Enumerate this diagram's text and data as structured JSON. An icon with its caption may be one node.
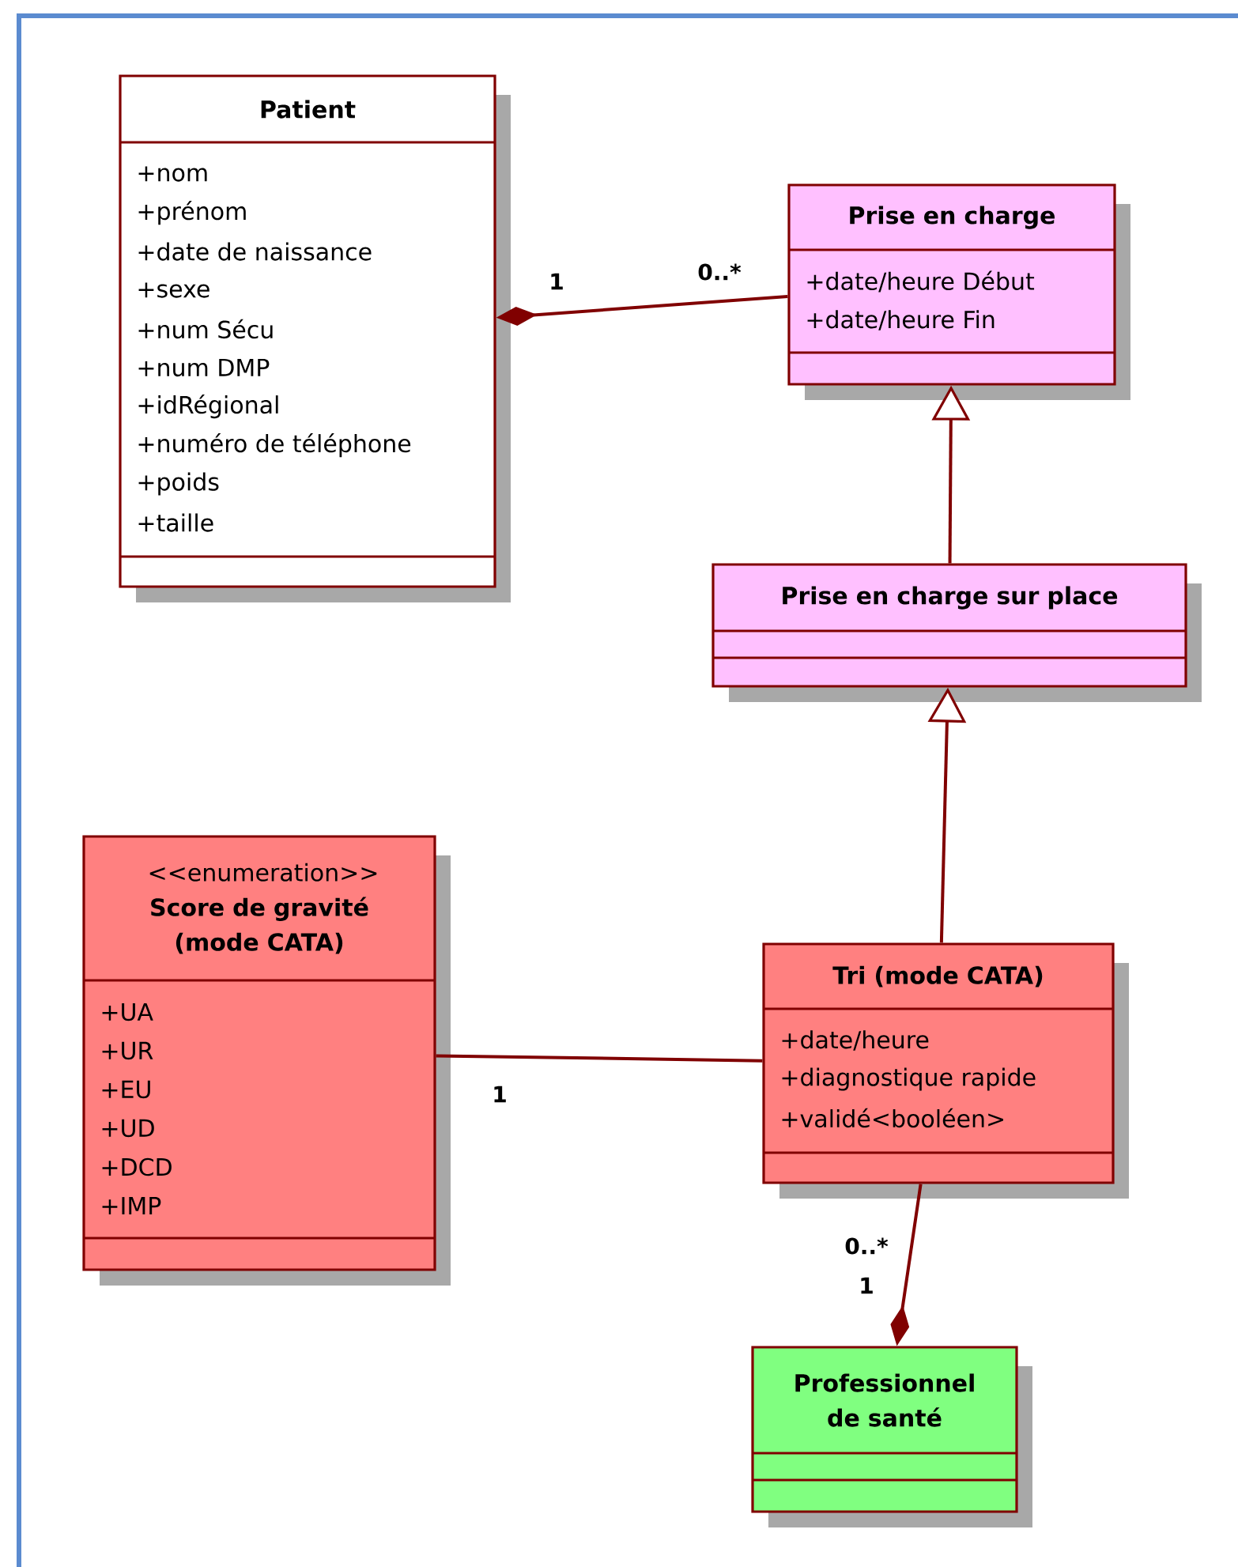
{
  "diagram": {
    "nodes": [
      {
        "text": [
          "Patient",
          "+nom",
          "+prénom",
          "+date de naissance",
          "+sexe",
          "+num Sécu",
          "+num DMP",
          "+idRégional",
          "+numéro de téléphone",
          "+poids",
          "+taille"
        ]
      },
      {
        "text": [
          "Prise en charge",
          "+date/heure Début",
          "+date/heure Fin"
        ]
      },
      {
        "text": [
          "Prise en charge sur place"
        ]
      },
      {
        "text": [
          "<<enumeration>>",
          "Score de gravité (mode CATA)",
          "+UA",
          "+UR",
          "+EU",
          "+UD",
          "+DCD",
          "+IMP"
        ]
      },
      {
        "text": [
          "Tri (mode CATA)",
          "+date/heure",
          "+diagnostique rapide",
          "+validé<booléen>"
        ]
      },
      {
        "text": [
          "Professionnel de santé"
        ]
      }
    ],
    "edges": [
      {
        "from": 1,
        "to": 0,
        "arrow": "other"
      },
      {
        "from": 2,
        "to": 1,
        "arrow": "to"
      },
      {
        "from": 4,
        "to": 2,
        "arrow": "to"
      },
      {
        "from": 3,
        "to": 4,
        "arrow": "none"
      },
      {
        "from": 4,
        "to": 5,
        "arrow": "other"
      }
    ],
    "labels": [
      "1",
      "0..*",
      "1",
      "0..*",
      "1"
    ]
  }
}
